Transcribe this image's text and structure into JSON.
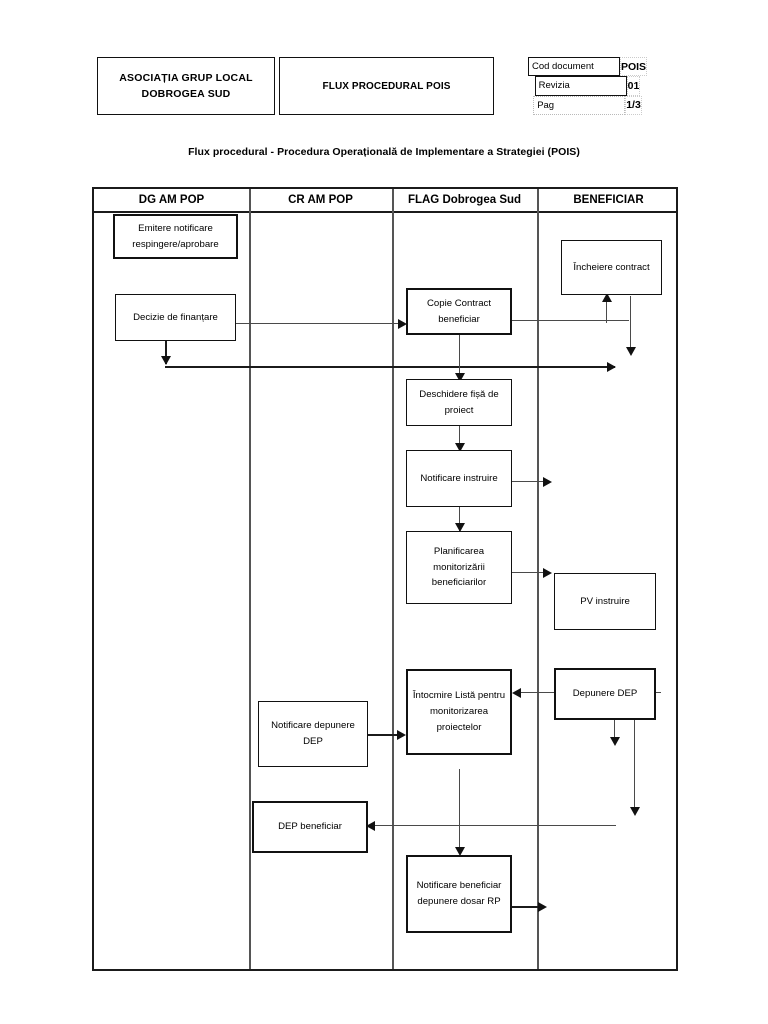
{
  "document_header": {
    "organization": [
      "ASOCIAȚIA GRUP LOCAL",
      "DOBROGEA SUD"
    ],
    "title": "FLUX PROCEDURAL POIS",
    "meta": [
      {
        "key": "Cod document",
        "value": "POIS"
      },
      {
        "key": "Revizia",
        "value": "01"
      },
      {
        "key": "Pag",
        "value": "1/3"
      }
    ]
  },
  "subtitle": "Flux procedural - Procedura Operațională de Implementare a Strategiei (POIS)",
  "lanes": [
    {
      "label": "DG AM POP"
    },
    {
      "label": "CR AM POP"
    },
    {
      "label": "FLAG Dobrogea Sud"
    },
    {
      "label": "BENEFICIAR"
    }
  ],
  "nodes": [
    {
      "id": "emitere-notificare",
      "lane": 0,
      "text": "Emitere notificare respingere/aprobare"
    },
    {
      "id": "decizie-finantare",
      "lane": 0,
      "text": "Decizie de finanțare"
    },
    {
      "id": "incheiere-contract",
      "lane": 3,
      "text": "Încheiere contract"
    },
    {
      "id": "copie-contract",
      "lane": 2,
      "text": "Copie Contract beneficiar"
    },
    {
      "id": "deschidere-fisa",
      "lane": 2,
      "text": "Deschidere fișă de proiect"
    },
    {
      "id": "notificare-instruire",
      "lane": 2,
      "text": "Notificare instruire"
    },
    {
      "id": "planificarea-monitorizarii",
      "lane": 2,
      "text": "Planificarea monitorizării beneficiarilor"
    },
    {
      "id": "pv-instruire",
      "lane": 3,
      "text": "PV instruire"
    },
    {
      "id": "intocmire-lista",
      "lane": 2,
      "text": "Întocmire Listă pentru monitorizarea proiectelor"
    },
    {
      "id": "depunere-dep",
      "lane": 3,
      "text": "Depunere DEP"
    },
    {
      "id": "notificare-depunere-dep",
      "lane": 1,
      "text": "Notificare depunere DEP"
    },
    {
      "id": "dep-beneficiar",
      "lane": 1,
      "text": "DEP beneficiar"
    },
    {
      "id": "notificare-beneficiar-rp",
      "lane": 2,
      "text": "Notificare beneficiar depunere dosar RP"
    }
  ]
}
